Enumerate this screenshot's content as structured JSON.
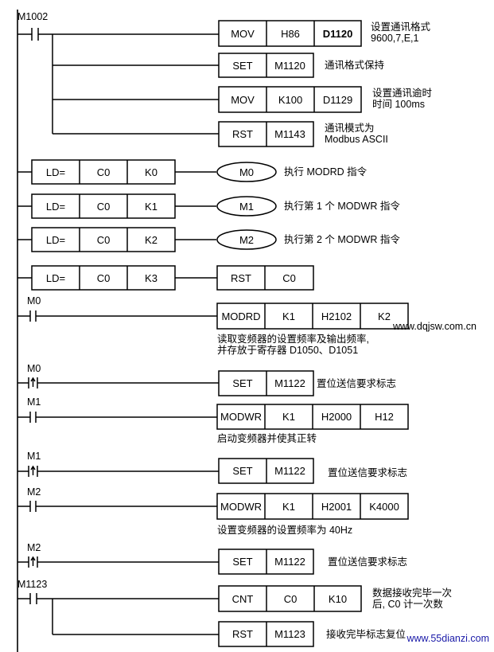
{
  "rungs": [
    {
      "contact": "M1002",
      "contact_type": "NO",
      "outputs": [
        {
          "cells": [
            "MOV",
            "H86",
            "D1120"
          ],
          "comment": [
            "设置通讯格式",
            "9600,7,E,1"
          ]
        },
        {
          "cells": [
            "SET",
            "M1120"
          ],
          "comment": [
            "通讯格式保持"
          ]
        },
        {
          "cells": [
            "MOV",
            "K100",
            "D1129"
          ],
          "comment": [
            "设置通讯逾时",
            "时间 100ms"
          ]
        },
        {
          "cells": [
            "RST",
            "M1143"
          ],
          "comment": [
            "通讯模式为",
            "Modbus ASCII"
          ]
        }
      ]
    },
    {
      "compare": [
        "LD=",
        "C0",
        "K0"
      ],
      "coil": "M0",
      "comment": [
        "执行 MODRD 指令"
      ]
    },
    {
      "compare": [
        "LD=",
        "C0",
        "K1"
      ],
      "coil": "M1",
      "comment": [
        "执行第 1 个 MODWR 指令"
      ]
    },
    {
      "compare": [
        "LD=",
        "C0",
        "K2"
      ],
      "coil": "M2",
      "comment": [
        "执行第 2 个 MODWR 指令"
      ]
    },
    {
      "compare": [
        "LD=",
        "C0",
        "K3"
      ],
      "outputs": [
        {
          "cells": [
            "RST",
            "C0"
          ]
        }
      ]
    },
    {
      "contact": "M0",
      "contact_type": "NO",
      "outputs": [
        {
          "cells": [
            "MODRD",
            "K1",
            "H2102",
            "K2"
          ],
          "below_comment": [
            "读取变频器的设置频率及输出频率,",
            "并存放于寄存器 D1050、D1051"
          ]
        }
      ]
    },
    {
      "contact": "M0",
      "contact_type": "rising",
      "outputs": [
        {
          "cells": [
            "SET",
            "M1122"
          ],
          "comment": [
            "置位送信要求标志"
          ]
        }
      ]
    },
    {
      "contact": "M1",
      "contact_type": "NO",
      "outputs": [
        {
          "cells": [
            "MODWR",
            "K1",
            "H2000",
            "H12"
          ],
          "below_comment": [
            "启动变频器并使其正转"
          ]
        }
      ]
    },
    {
      "contact": "M1",
      "contact_type": "rising",
      "outputs": [
        {
          "cells": [
            "SET",
            "M1122"
          ],
          "comment": [
            "置位送信要求标志"
          ]
        }
      ]
    },
    {
      "contact": "M2",
      "contact_type": "NO",
      "outputs": [
        {
          "cells": [
            "MODWR",
            "K1",
            "H2001",
            "K4000"
          ],
          "below_comment": [
            "设置变频器的设置频率为 40Hz"
          ]
        }
      ]
    },
    {
      "contact": "M2",
      "contact_type": "rising",
      "outputs": [
        {
          "cells": [
            "SET",
            "M1122"
          ],
          "comment": [
            "置位送信要求标志"
          ]
        }
      ]
    },
    {
      "contact": "M1123",
      "contact_type": "NO",
      "outputs": [
        {
          "cells": [
            "CNT",
            "C0",
            "K10"
          ],
          "comment": [
            "数据接收完毕一次",
            "后, C0 计一次数"
          ]
        },
        {
          "cells": [
            "RST",
            "M1123"
          ],
          "comment": [
            "接收完毕标志复位"
          ]
        }
      ]
    }
  ],
  "watermarks": [
    "www.dqjsw.com.cn",
    "www.55dianzi.com"
  ],
  "colors": {
    "ink": "#000000",
    "background": "#ffffff",
    "watermark": "#1a1aa8"
  }
}
